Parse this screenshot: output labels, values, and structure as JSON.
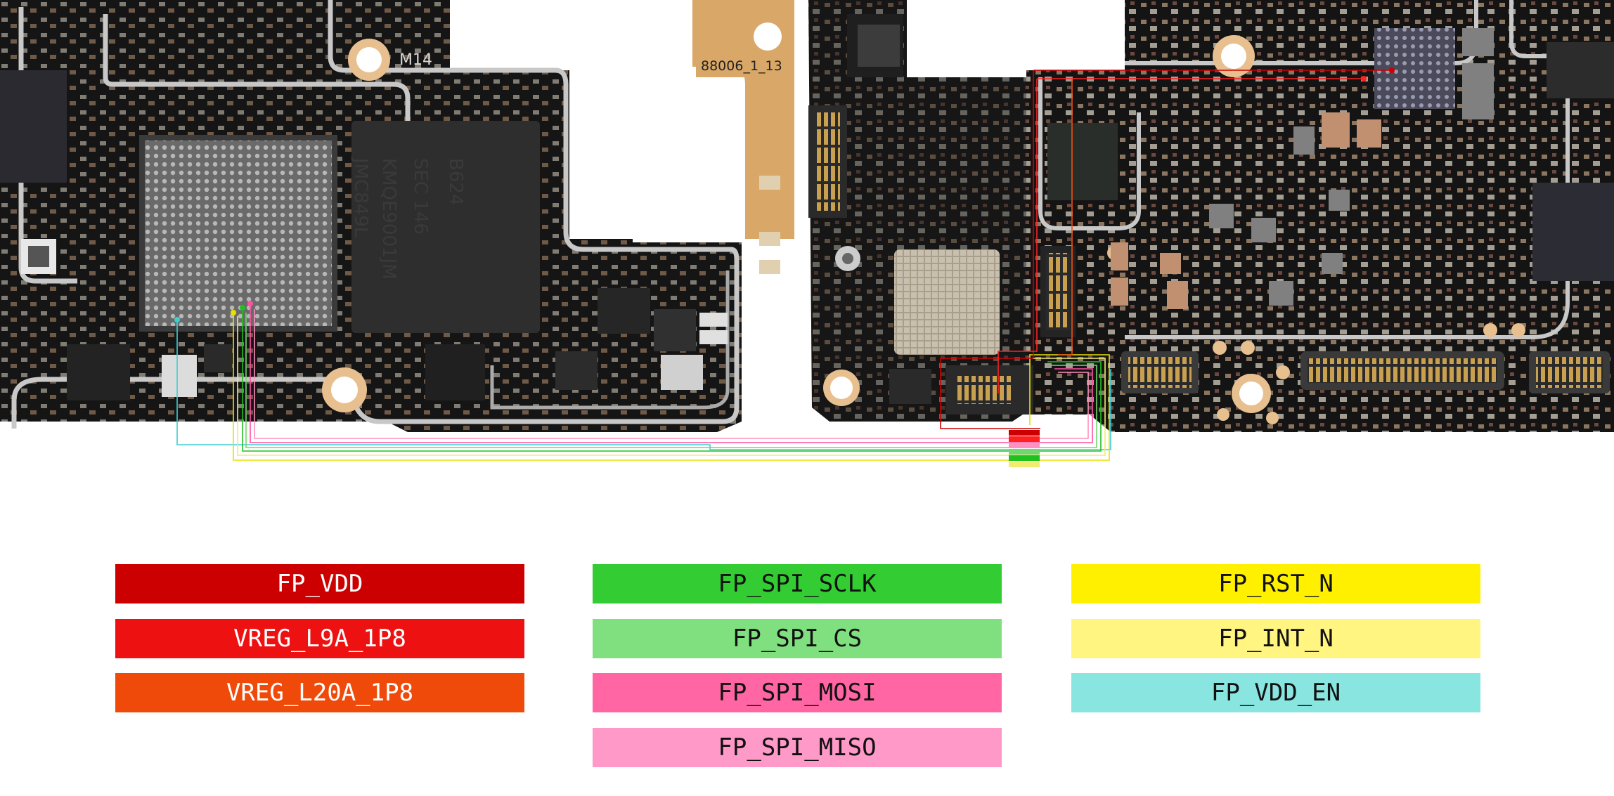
{
  "board_labels": {
    "m14": "M14",
    "flex_id": "88006_1_13",
    "chip_text_1": "SEC 146",
    "chip_text_2": "B624",
    "chip_text_3": "KMQE9001JM",
    "chip_text_4": "JMC849L"
  },
  "legend": [
    {
      "label": "FP_VDD",
      "color": "#cc0000"
    },
    {
      "label": "VREG_L9A_1P8",
      "color": "#ee1111"
    },
    {
      "label": "VREG_L20A_1P8",
      "color": "#f04a0a"
    },
    {
      "label": "FP_SPI_SCLK",
      "color": "#33cc33"
    },
    {
      "label": "FP_SPI_CS",
      "color": "#80e080"
    },
    {
      "label": "FP_SPI_MOSI",
      "color": "#ff66a3"
    },
    {
      "label": "FP_SPI_MISO",
      "color": "#ff99c8"
    },
    {
      "label": "FP_RST_N",
      "color": "#fff000"
    },
    {
      "label": "FP_INT_N",
      "color": "#fff580"
    },
    {
      "label": "FP_VDD_EN",
      "color": "#88e5e0"
    }
  ]
}
